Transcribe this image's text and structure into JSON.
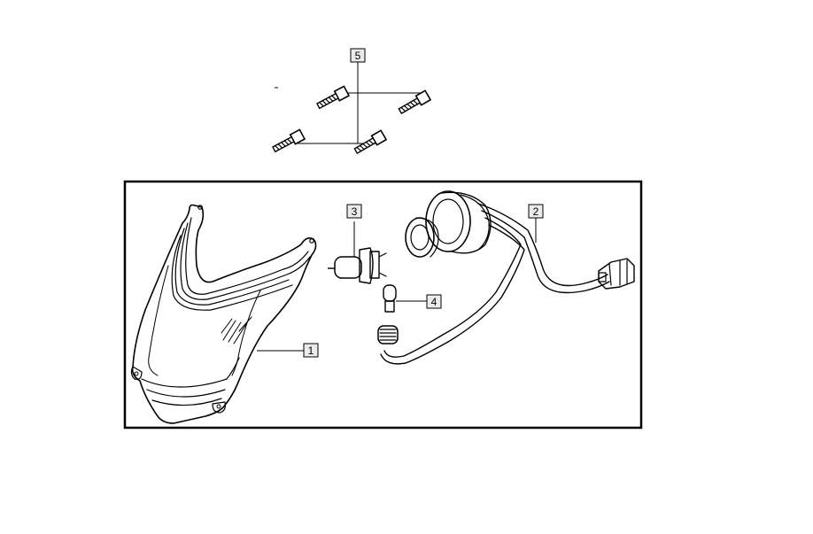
{
  "callouts": {
    "headlight_housing": "1",
    "wiring_harness": "2",
    "main_bulb": "3",
    "position_bulb": "4",
    "mounting_screws": "5"
  }
}
